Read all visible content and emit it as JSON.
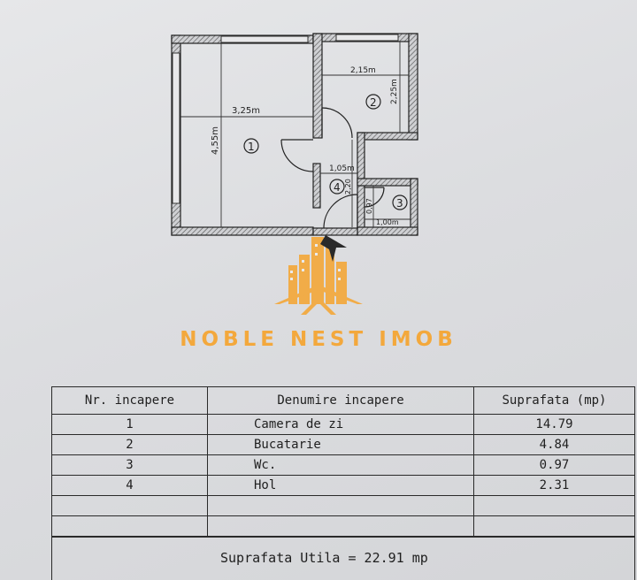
{
  "plan": {
    "dimensions": {
      "room1_width": "3,25m",
      "room1_length": "4,55m",
      "room2_width": "2,15m",
      "room2_length": "2,25m",
      "room4_width": "1,05m",
      "room4_length": "2,20",
      "room3_width": "1,00m",
      "room3_length": "0,97"
    },
    "room_numbers": [
      "1",
      "2",
      "3",
      "4"
    ]
  },
  "brand": {
    "name": "NOBLE NEST IMOB",
    "color": "#f3a83c"
  },
  "table": {
    "headers": {
      "nr": "Nr. incapere",
      "name": "Denumire incapere",
      "area": "Suprafata (mp)"
    },
    "rows": [
      {
        "nr": "1",
        "name": "Camera de zi",
        "area": "14.79"
      },
      {
        "nr": "2",
        "name": "Bucatarie",
        "area": "4.84"
      },
      {
        "nr": "3",
        "name": "Wc.",
        "area": "0.97"
      },
      {
        "nr": "4",
        "name": "Hol",
        "area": "2.31"
      }
    ],
    "total": "Suprafata Utila = 22.91 mp"
  }
}
